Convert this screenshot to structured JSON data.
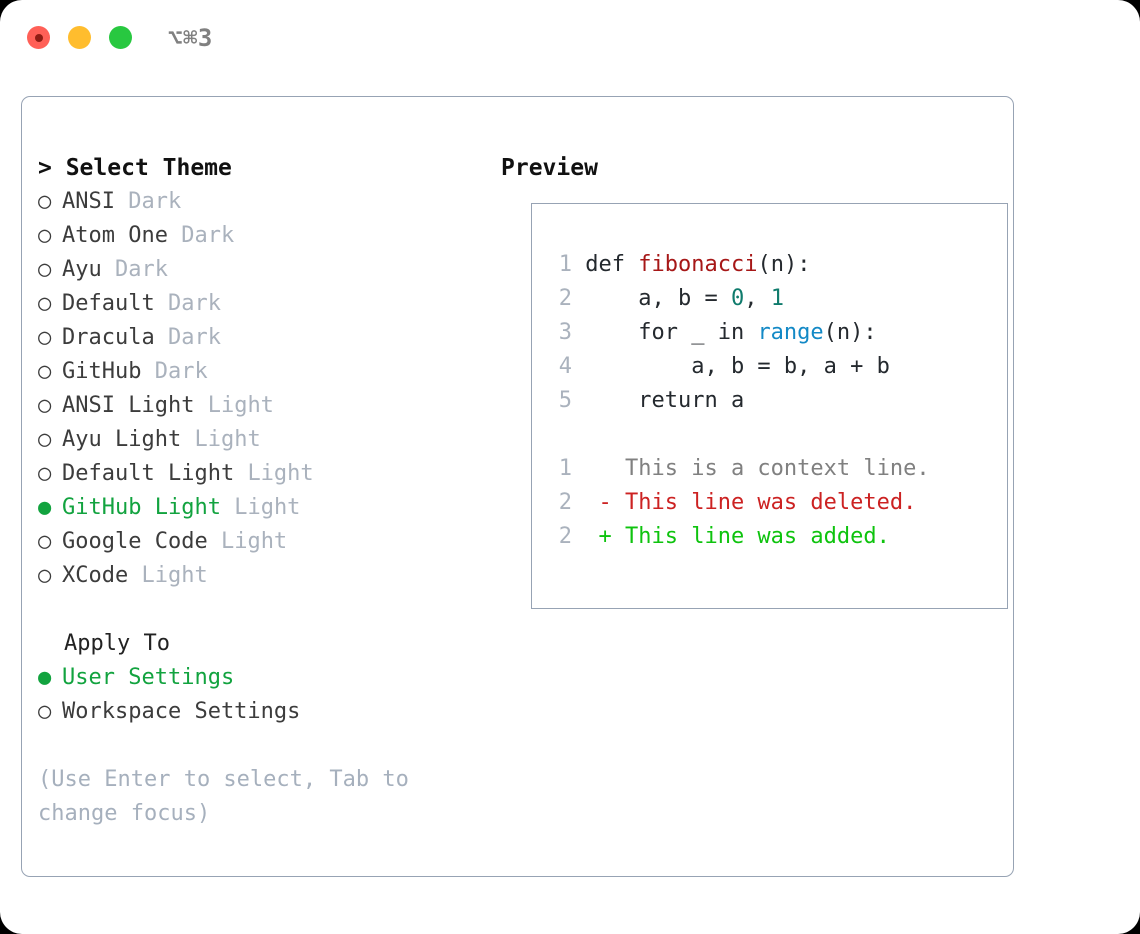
{
  "titlebar": {
    "shortcut": "⌥⌘3",
    "buttons": [
      {
        "name": "close",
        "color": "#ff6057"
      },
      {
        "name": "minimize",
        "color": "#ffbd2e"
      },
      {
        "name": "zoom",
        "color": "#28c840"
      }
    ]
  },
  "left": {
    "caret": "> ",
    "heading": "Select Theme",
    "themes": [
      {
        "bullet": "○",
        "name": "ANSI",
        "kind": "Dark",
        "selected": false
      },
      {
        "bullet": "○",
        "name": "Atom One",
        "kind": "Dark",
        "selected": false
      },
      {
        "bullet": "○",
        "name": "Ayu",
        "kind": "Dark",
        "selected": false
      },
      {
        "bullet": "○",
        "name": "Default",
        "kind": "Dark",
        "selected": false
      },
      {
        "bullet": "○",
        "name": "Dracula",
        "kind": "Dark",
        "selected": false
      },
      {
        "bullet": "○",
        "name": "GitHub",
        "kind": "Dark",
        "selected": false
      },
      {
        "bullet": "○",
        "name": "ANSI Light",
        "kind": "Light",
        "selected": false
      },
      {
        "bullet": "○",
        "name": "Ayu Light",
        "kind": "Light",
        "selected": false
      },
      {
        "bullet": "○",
        "name": "Default Light",
        "kind": "Light",
        "selected": false
      },
      {
        "bullet": "●",
        "name": "GitHub Light",
        "kind": "Light",
        "selected": true
      },
      {
        "bullet": "○",
        "name": "Google Code",
        "kind": "Light",
        "selected": false
      },
      {
        "bullet": "○",
        "name": "XCode",
        "kind": "Light",
        "selected": false
      }
    ],
    "apply_to_heading": "Apply To",
    "apply_options": [
      {
        "bullet": "●",
        "label": "User Settings",
        "selected": true
      },
      {
        "bullet": "○",
        "label": "Workspace Settings",
        "selected": false
      }
    ],
    "hint": "(Use Enter to select, Tab to\nchange focus)"
  },
  "right": {
    "heading": "Preview",
    "code_lines": [
      {
        "no": "1",
        "tokens": [
          {
            "t": " def ",
            "c": "kw"
          },
          {
            "t": "fibonacci",
            "c": "fn"
          },
          {
            "t": "(n):",
            "c": "plain"
          }
        ]
      },
      {
        "no": "2",
        "tokens": [
          {
            "t": "     a, b = ",
            "c": "plain"
          },
          {
            "t": "0",
            "c": "num"
          },
          {
            "t": ", ",
            "c": "plain"
          },
          {
            "t": "1",
            "c": "num"
          }
        ]
      },
      {
        "no": "3",
        "tokens": [
          {
            "t": "     for _ in ",
            "c": "plain"
          },
          {
            "t": "range",
            "c": "builtin"
          },
          {
            "t": "(n):",
            "c": "plain"
          }
        ]
      },
      {
        "no": "4",
        "tokens": [
          {
            "t": "         a, b = b, a + b",
            "c": "plain"
          }
        ]
      },
      {
        "no": "5",
        "tokens": [
          {
            "t": "     return a",
            "c": "plain"
          }
        ]
      }
    ],
    "diff_lines": [
      {
        "no": "1",
        "marker": "  ",
        "text": "This is a context line.",
        "kind": "ctx"
      },
      {
        "no": "2",
        "marker": "- ",
        "text": "This line was deleted.",
        "kind": "del"
      },
      {
        "no": "2",
        "marker": "+ ",
        "text": "This line was added.",
        "kind": "add"
      }
    ]
  },
  "colors": {
    "accent_green": "#12a33f",
    "diff_add": "#0ec30e",
    "diff_del": "#cc2222",
    "muted": "#aab2bd",
    "border": "#97a3b4",
    "fn": "#a61717",
    "num": "#0f7b6c",
    "builtin": "#1389c6"
  }
}
